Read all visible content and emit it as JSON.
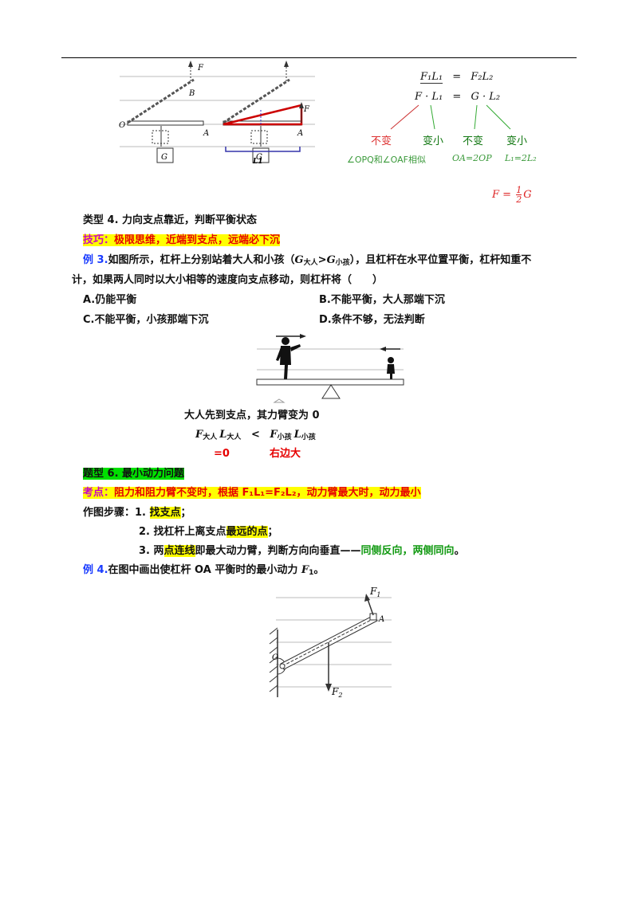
{
  "figure1": {
    "left_labels": {
      "F": "F",
      "B": "B",
      "O": "O",
      "A": "A",
      "G": "G"
    },
    "right_labels": {
      "F": "F",
      "A": "A",
      "G": "G",
      "L1": "L1"
    },
    "eq1_left": "F₁L₁",
    "eq1_eq": "=",
    "eq1_right": "F₂L₂",
    "eq2_left": "F · L₁",
    "eq2_eq": "=",
    "eq2_right": "G · L₂",
    "notes": [
      "不变",
      "变小",
      "不变",
      "变小"
    ],
    "similar": "∠OPQ和∠OAF相似",
    "ratio": "OA=2OP",
    "lratio": "L₁=2L₂",
    "result_lhs": "F =",
    "result_num": "1",
    "result_den": "2",
    "result_rhs": "G"
  },
  "type4": {
    "title": "类型 4. 力向支点靠近，判断平衡状态",
    "tip_label": "技巧：",
    "tip_text": "极限思维，近端到支点，远端必下沉"
  },
  "ex3": {
    "label": "例 3.",
    "text1": "如图所示，杠杆上分别站着大人和小孩（",
    "cond_g1": "G",
    "cond_s1": "大人",
    "cond_gt": ">",
    "cond_g2": "G",
    "cond_s2": "小孩",
    "text2": "），且杠杆在水平位置平衡，杠杆知重不",
    "text3": "计，如果两人同时以大小相等的速度向支点移动，则杠杆将（　　）",
    "A": "A.仍能平衡",
    "B": "B.不能平衡，大人那端下沉",
    "C": "C.不能平衡，小孩那端下沉",
    "D": "D.条件不够，无法判断",
    "analysis": "大人先到支点，其力臂变为 0",
    "f_big": "F",
    "f_big_sub": "大人",
    "l_big": "L",
    "l_big_sub": "大人",
    "lt": "<",
    "f_small": "F",
    "f_small_sub": "小孩",
    "l_small": "L",
    "l_small_sub": "小孩",
    "zero": "=0",
    "right_bigger": "右边大"
  },
  "topic6": {
    "title": "题型 6. 最小动力问题",
    "kp_label": "考点：",
    "kp_text": "阻力和阻力臂不变时，根据 F₁L₁=F₂L₂，动力臂最大时，动力最小",
    "steps_label": "作图步骤：",
    "s1_num": "1.",
    "s1_hl": "找支点",
    "s1_end": "；",
    "s2_pre": "2. 找杠杆上离支点",
    "s2_hl": "最远的点",
    "s2_end": "；",
    "s3_pre": "3. 两",
    "s3_hl": "点连线",
    "s3_mid": "即最大动力臂，判断方向向垂直——",
    "s3_green": "同侧反向，两侧同向",
    "s3_end": "。"
  },
  "ex4": {
    "label": "例 4.",
    "text": "在图中画出使杠杆 OA 平衡时的最小动力 ",
    "f": "F",
    "fsub": "1",
    "end": "。",
    "labels": {
      "F1": "F",
      "F1sub": "1",
      "A": "A",
      "O": "O",
      "F2": "F",
      "F2sub": "2"
    }
  }
}
